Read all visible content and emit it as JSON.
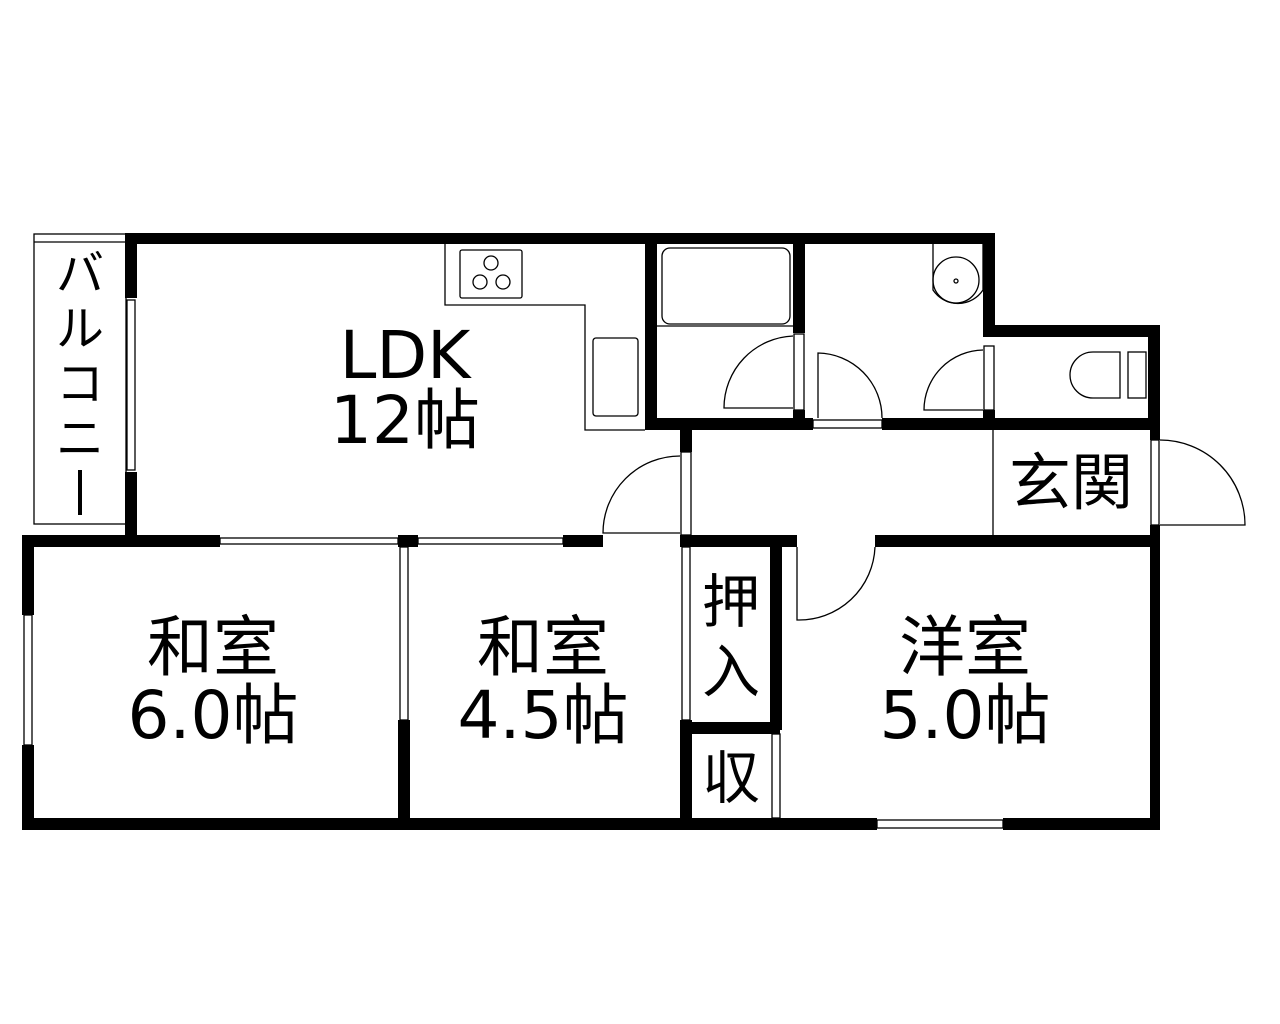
{
  "rooms": {
    "ldk": {
      "name": "LDK",
      "size": "12帖"
    },
    "washitsu_a": {
      "name": "和室",
      "size": "6.0帖"
    },
    "washitsu_b": {
      "name": "和室",
      "size": "4.5帖"
    },
    "youshitsu": {
      "name": "洋室",
      "size": "5.0帖"
    },
    "genkan": {
      "name": "玄関"
    },
    "oshiire": {
      "name_top": "押",
      "name_bottom": "入"
    },
    "shuunou": {
      "name": "収"
    },
    "balcony": {
      "chars": [
        "バ",
        "ル",
        "コ",
        "ニ",
        "ー"
      ]
    }
  },
  "colors": {
    "wall": "#000000",
    "background": "#ffffff"
  }
}
